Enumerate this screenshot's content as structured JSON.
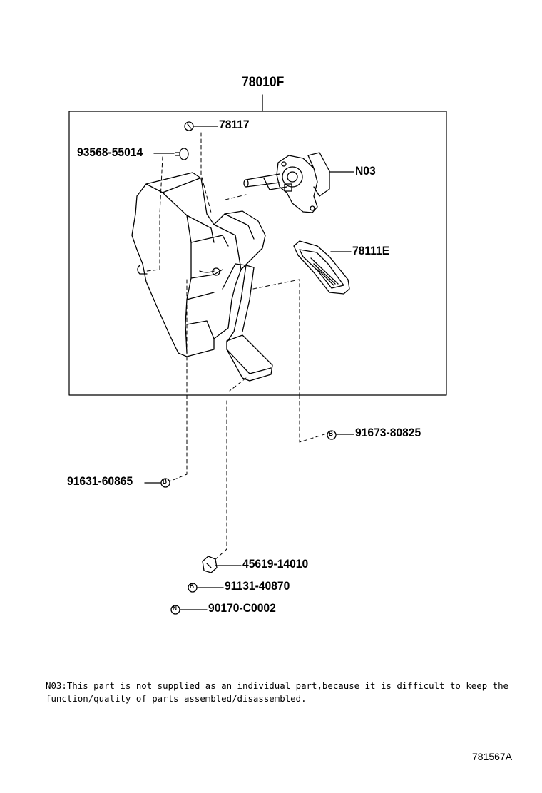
{
  "parts": {
    "assembly": "78010F",
    "bolt_top": "78117",
    "bolt_left": "93568-55014",
    "sensor": "N03",
    "pad": "78111E",
    "bolt_b_right": "91673-80825",
    "bolt_b_left": "91631-60865",
    "nut": "45619-14010",
    "bolt_b_bottom": "91131-40870",
    "nut_n": "90170-C0002"
  },
  "symbols": {
    "b": "B",
    "n": "N"
  },
  "note": {
    "line1": "N03:This part is not supplied as an individual part,because it is difficult to keep the",
    "line2": "function/quality of parts assembled/disassembled."
  },
  "diagram_code": "781567A"
}
